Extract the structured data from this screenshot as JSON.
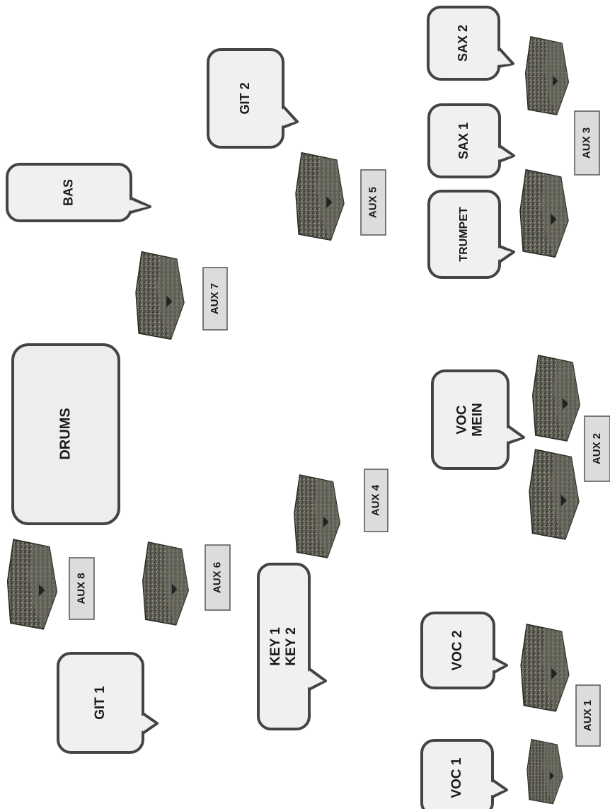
{
  "stage_plan": {
    "drum_area": {
      "label": "DRUMS"
    },
    "instrument_labels": [
      {
        "id": "bas",
        "lines": [
          "BAS"
        ]
      },
      {
        "id": "git2",
        "lines": [
          "GIT 2"
        ]
      },
      {
        "id": "sax2",
        "lines": [
          "SAX 2"
        ]
      },
      {
        "id": "sax1",
        "lines": [
          "SAX 1"
        ]
      },
      {
        "id": "trumpet",
        "lines": [
          "TRUMPET"
        ]
      },
      {
        "id": "voc-mein",
        "lines": [
          "VOC",
          "MEIN"
        ]
      },
      {
        "id": "git1",
        "lines": [
          "GIT 1"
        ]
      },
      {
        "id": "keys",
        "lines": [
          "KEY 1",
          "KEY 2"
        ]
      },
      {
        "id": "voc2",
        "lines": [
          "VOC 2"
        ]
      },
      {
        "id": "voc1",
        "lines": [
          "VOC 1"
        ]
      }
    ],
    "aux_labels": [
      {
        "id": "aux7",
        "label": "AUX 7"
      },
      {
        "id": "aux5",
        "label": "AUX 5"
      },
      {
        "id": "aux3",
        "label": "AUX 3"
      },
      {
        "id": "aux8",
        "label": "AUX 8"
      },
      {
        "id": "aux6",
        "label": "AUX 6"
      },
      {
        "id": "aux4",
        "label": "AUX 4"
      },
      {
        "id": "aux2",
        "label": "AUX 2"
      },
      {
        "id": "aux1",
        "label": "AUX 1"
      }
    ],
    "monitor_icon": "stage-monitor-wedge-icon",
    "colors": {
      "bubble_fill": "#f0f0f0",
      "bubble_stroke": "#444444",
      "aux_fill": "#dcdcdc",
      "wedge_dark": "#3a3a34",
      "wedge_light": "#8b8a80"
    }
  }
}
